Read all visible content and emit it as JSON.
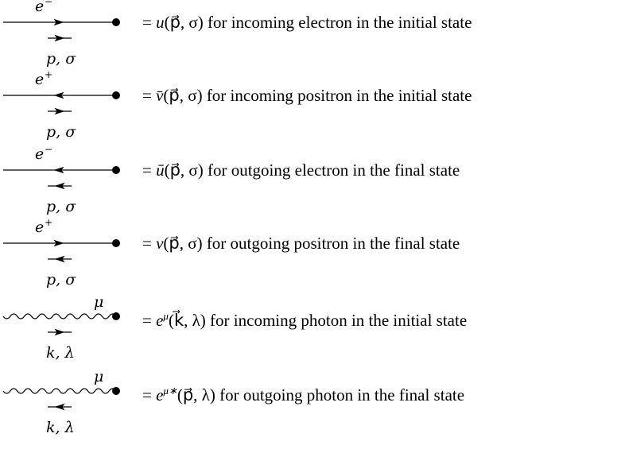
{
  "rules": [
    {
      "particle": "e",
      "charge": "−",
      "momentum": "p, σ",
      "line": "fermion",
      "line_arrow": "right",
      "momentum_arrow": "right",
      "symbol": "u",
      "bar": false,
      "star": false,
      "args": "(p⃗, σ)",
      "description": "for incoming electron in the initial state"
    },
    {
      "particle": "e",
      "charge": "+",
      "momentum": "p, σ",
      "line": "fermion",
      "line_arrow": "left",
      "momentum_arrow": "right",
      "symbol": "v",
      "bar": true,
      "star": false,
      "args": "(p⃗, σ)",
      "description": "for incoming positron in the initial state"
    },
    {
      "particle": "e",
      "charge": "−",
      "momentum": "p, σ",
      "line": "fermion",
      "line_arrow": "left",
      "momentum_arrow": "left",
      "symbol": "u",
      "bar": true,
      "star": false,
      "args": "(p⃗, σ)",
      "description": "for outgoing electron in the final state"
    },
    {
      "particle": "e",
      "charge": "+",
      "momentum": "p, σ",
      "line": "fermion",
      "line_arrow": "right",
      "momentum_arrow": "left",
      "symbol": "v",
      "bar": false,
      "star": false,
      "args": "(p⃗, σ)",
      "description": "for outgoing positron in the final state"
    },
    {
      "particle": "μ",
      "charge": "",
      "momentum": "k, λ",
      "line": "photon",
      "line_arrow": "none",
      "momentum_arrow": "right",
      "symbol": "e",
      "index": "μ",
      "bar": false,
      "star": false,
      "args": "(k⃗, λ)",
      "description": "for incoming photon in the initial state"
    },
    {
      "particle": "μ",
      "charge": "",
      "momentum": "k, λ",
      "line": "photon",
      "line_arrow": "none",
      "momentum_arrow": "left",
      "symbol": "e",
      "index": "μ∗",
      "bar": false,
      "star": true,
      "args": "(p⃗, λ)",
      "description": "for outgoing photon in the final state"
    }
  ],
  "equals_sign": "=",
  "colors": {
    "ink": "#000000",
    "background": "#ffffff"
  }
}
